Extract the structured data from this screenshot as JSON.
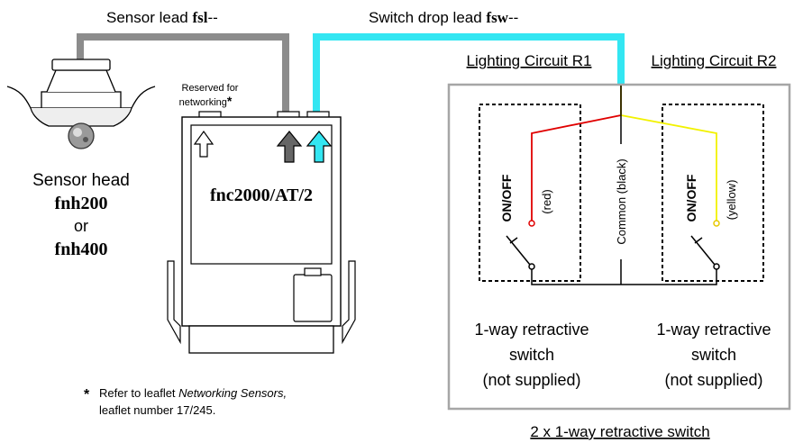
{
  "leads": {
    "sensor_prefix": "Sensor lead ",
    "sensor_code": "fsl",
    "sensor_suffix": "--",
    "switch_prefix": "Switch drop lead ",
    "switch_code": "fsw",
    "switch_suffix": "--"
  },
  "circuits": {
    "r1": "Lighting Circuit R1",
    "r2": "Lighting Circuit R2"
  },
  "sensor_head": {
    "label": "Sensor head",
    "model_a": "fnh200",
    "or": "or",
    "model_b": "fnh400"
  },
  "controller": {
    "reserved_line1": "Reserved for",
    "reserved_line2": "networking",
    "reserved_mark": "*",
    "model": "fnc2000/AT/2"
  },
  "switches": {
    "left_state": "ON/OFF",
    "left_color": "(red)",
    "right_state": "ON/OFF",
    "right_color": "(yellow)",
    "common": "Common (black)",
    "desc_line1": "1-way retractive",
    "desc_line2": "switch",
    "desc_line3": "(not supplied)"
  },
  "footnote": {
    "mark": "*",
    "prefix": "Refer to leaflet ",
    "title": "Networking Sensors,",
    "line2": "leaflet number 17/245."
  },
  "caption": "2 x 1-way retractive switch",
  "colors": {
    "sensor_lead": "#8c8c8c",
    "switch_lead": "#33e6f2",
    "red_wire": "#e00000",
    "yellow_wire": "#f2f200",
    "black_wire": "#000000",
    "panel_border": "#a6a6a6",
    "arrow_grey": "#666666"
  }
}
